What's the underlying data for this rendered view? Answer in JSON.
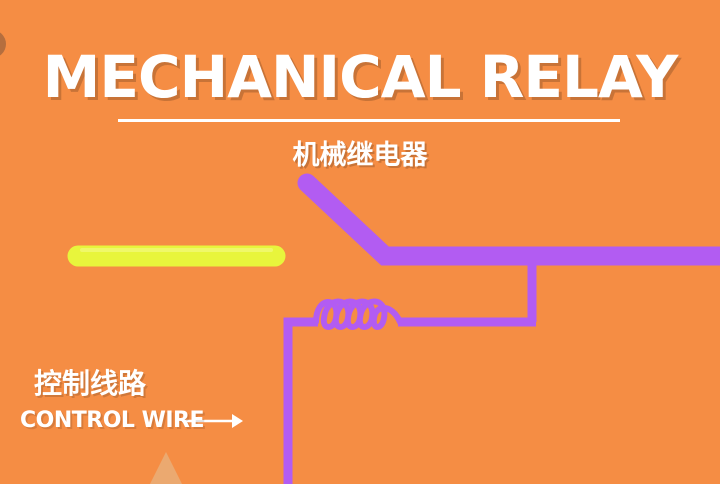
{
  "title": "MECHANICAL RELAY",
  "subtitle": "机械继电器",
  "control_wire": {
    "label_cn": "控制线路",
    "label_en": "CONTROL WIRE"
  },
  "colors": {
    "background": "#f58d44",
    "text": "#ffffff",
    "circuit_wire": "#b25cf2",
    "contact": "#e8f53c"
  },
  "icons": [
    "arrow-right-icon",
    "coil-icon"
  ]
}
